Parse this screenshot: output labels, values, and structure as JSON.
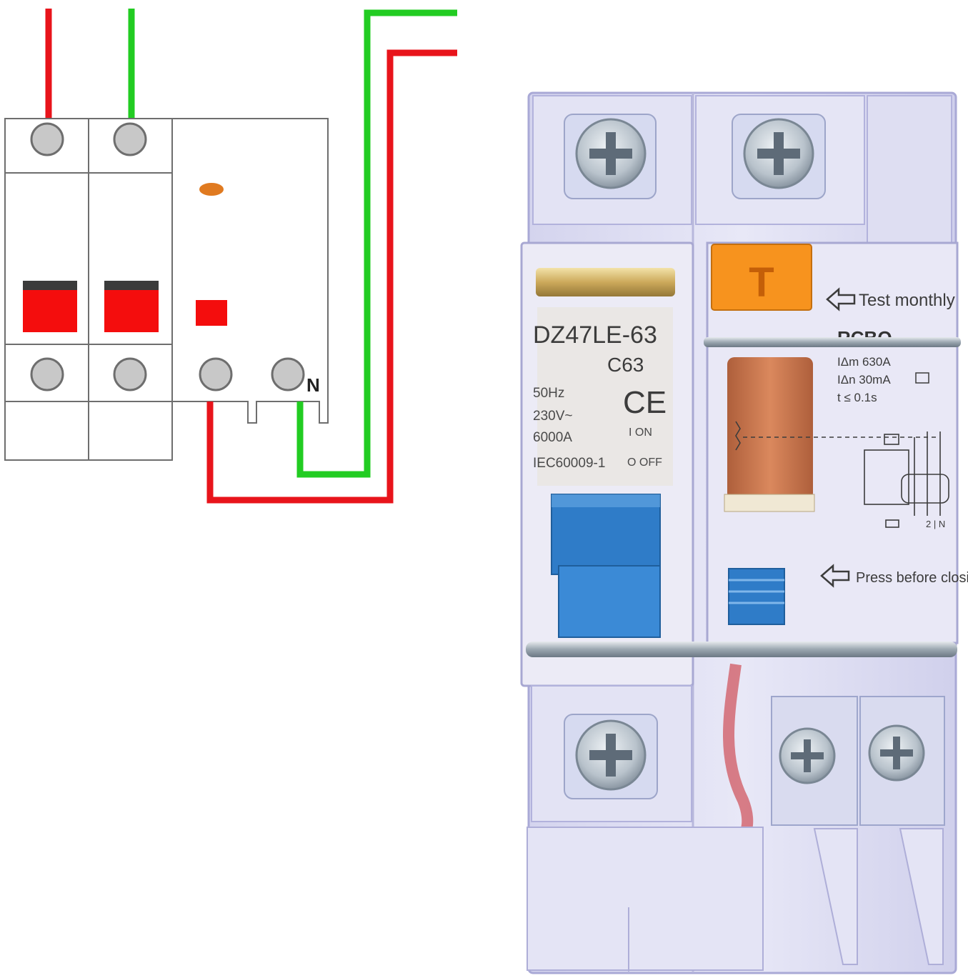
{
  "diagram": {
    "neutral_label": "N",
    "colors": {
      "live": "#e8141b",
      "earth_neutral": "#22cc22",
      "terminal": "#c8c8c8",
      "toggle_red": "#f40d0d",
      "toggle_dark": "#3b3b3b",
      "indicator": "#e07a20",
      "outline": "#6e6e6e"
    }
  },
  "device": {
    "model": "DZ47LE-63",
    "rating": "C63",
    "frequency": "50Hz",
    "voltage": "230V~",
    "breaking_capacity": "6000A",
    "standard": "IEC60009-1",
    "ce_mark": "CE",
    "on_label": "I ON",
    "off_label": "O OFF",
    "test_button_label": "T",
    "test_instruction": "Test monthly",
    "type_label": "RCBO",
    "im_label": "IΔm 630A",
    "idn_label": "IΔn 30mA",
    "trip_time_label": "t ≤ 0.1s",
    "terminal_labels": "2 | N",
    "reset_instruction": "Press before closing",
    "colors": {
      "housing": "#dcdcf0",
      "housing_edge": "#a9a9d6",
      "handle_blue": "#2f7cc8",
      "test_orange": "#f7931e",
      "coil_copper": "#c86a3c",
      "screw_metal": "#b9c3cc"
    }
  }
}
